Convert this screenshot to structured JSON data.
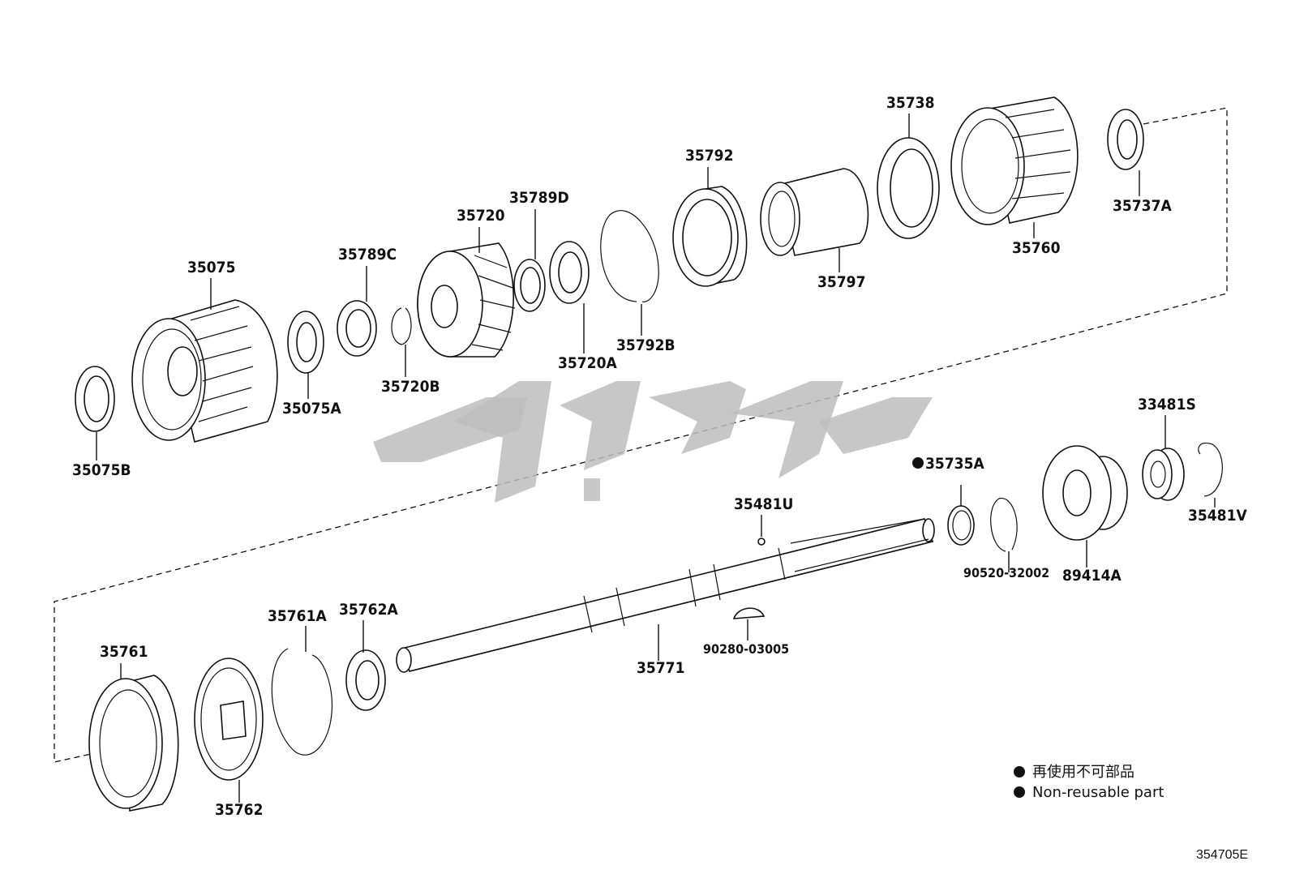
{
  "diagram": {
    "figure_code": "354705E",
    "legend": {
      "symbol": "●",
      "line_jp": "再使用不可部品",
      "line_en": "Non-reusable part"
    },
    "parts": {
      "p35075B": "35075B",
      "p35075": "35075",
      "p35075A": "35075A",
      "p35789C": "35789C",
      "p35720B": "35720B",
      "p35720": "35720",
      "p35789D": "35789D",
      "p35720A": "35720A",
      "p35792B": "35792B",
      "p35792": "35792",
      "p35797": "35797",
      "p35738": "35738",
      "p35760": "35760",
      "p35737A": "35737A",
      "p35735A": "35735A",
      "p33481S": "33481S",
      "p35481U": "35481U",
      "p90520": "90520-32002",
      "p89414A": "89414A",
      "p35481V": "35481V",
      "p90280": "90280-03005",
      "p35771": "35771",
      "p35761A": "35761A",
      "p35762A": "35762A",
      "p35761": "35761",
      "p35762": "35762"
    }
  }
}
